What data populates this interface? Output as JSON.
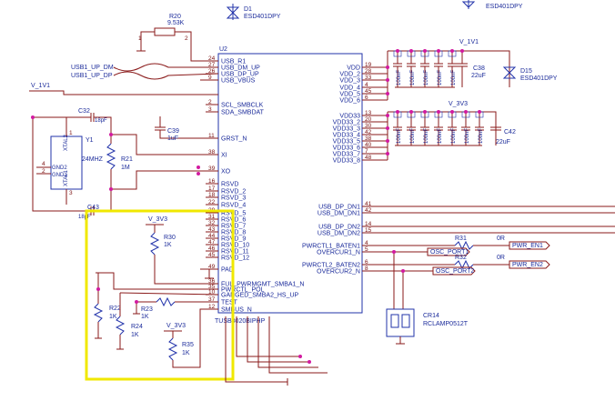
{
  "chip": {
    "ref": "U2",
    "part": "TUSB8020BIPHP",
    "left_pins": [
      {
        "num": "24",
        "name": "USB_R1"
      },
      {
        "num": "27",
        "name": "USB_DM_UP"
      },
      {
        "num": "26",
        "name": "USB_DP_UP"
      },
      {
        "num": "9",
        "name": "USB_VBUS"
      },
      {
        "num": "2",
        "name": "SCL_SMBCLK"
      },
      {
        "num": "3",
        "name": "SDA_SMBDAT"
      },
      {
        "num": "11",
        "name": "GRST_N"
      },
      {
        "num": "38",
        "name": "XI"
      },
      {
        "num": "39",
        "name": "XO"
      },
      {
        "num": "16",
        "name": "RSVD"
      },
      {
        "num": "17",
        "name": "RSVD_2"
      },
      {
        "num": "18",
        "name": "RSVD_3"
      },
      {
        "num": "22",
        "name": "RSVD_4"
      },
      {
        "num": "29",
        "name": "RSVD_5"
      },
      {
        "num": "31",
        "name": "RSVD_6"
      },
      {
        "num": "32",
        "name": "RSVD_7"
      },
      {
        "num": "43",
        "name": "RSVD_8"
      },
      {
        "num": "44",
        "name": "RSVD_9"
      },
      {
        "num": "47",
        "name": "RSVD_10"
      },
      {
        "num": "46",
        "name": "RSVD_11"
      },
      {
        "num": "45",
        "name": "RSVD_12"
      },
      {
        "num": "49",
        "name": "PAD"
      },
      {
        "num": "36",
        "name": "FULLPWRMGMT_SMBA1_N"
      },
      {
        "num": "35",
        "name": "PWRCTL_POL"
      },
      {
        "num": "10",
        "name": "GANGED_SMBA2_HS_UP"
      },
      {
        "num": "37",
        "name": "TEST"
      },
      {
        "num": "12",
        "name": "SMBUS_N"
      }
    ],
    "right_pins": [
      {
        "num": "19",
        "name": "VDD"
      },
      {
        "num": "28",
        "name": "VDD_2"
      },
      {
        "num": "33",
        "name": "VDD_3"
      },
      {
        "num": "4",
        "name": "VDD_4"
      },
      {
        "num": "45",
        "name": "VDD_5"
      },
      {
        "num": "6",
        "name": "VDD_6"
      },
      {
        "num": "13",
        "name": "VDD33"
      },
      {
        "num": "20",
        "name": "VDD33_2"
      },
      {
        "num": "30",
        "name": "VDD33_3"
      },
      {
        "num": "42",
        "name": "VDD33_4"
      },
      {
        "num": "38",
        "name": "VDD33_5"
      },
      {
        "num": "40",
        "name": "VDD33_6"
      },
      {
        "num": "7",
        "name": "VDD33_7"
      },
      {
        "num": "48",
        "name": "VDD33_8"
      },
      {
        "num": "41",
        "name": "USB_DP_DN1"
      },
      {
        "num": "42",
        "name": "USB_DM_DN1"
      },
      {
        "num": "14",
        "name": "USB_DP_DN2"
      },
      {
        "num": "15",
        "name": "USB_DM_DN2"
      },
      {
        "num": "4",
        "name": "PWRCTL1_BATEN1"
      },
      {
        "num": "5",
        "name": "OVERCUR1_N"
      },
      {
        "num": "6",
        "name": "PWRCTL2_BATEN2"
      },
      {
        "num": "8",
        "name": "OVERCUR2_N"
      }
    ]
  },
  "nets": {
    "dm_up": "USB1_UP_DM",
    "dp_up": "USB1_UP_DP",
    "v1v1_left": "V_1V1",
    "v1v1_right": "V_1V1",
    "v3v3_right": "V_3V3",
    "v3v3_r30": "V_3V3",
    "v3v3_r35": "V_3V3",
    "pwr_en1": "PWR_EN1",
    "pwr_en2": "PWR_EN2",
    "osc_port1": "OSC_PORT1",
    "osc_port2": "OSC_PORT2"
  },
  "parts": {
    "r20": {
      "ref": "R20",
      "value": "9.53K",
      "pin1": "1",
      "pin2": "2"
    },
    "d1": {
      "ref": "D1",
      "value": "ESD401DPY"
    },
    "d_top": {
      "value": "ESD401DPY"
    },
    "d15": {
      "ref": "D15",
      "value": "ESD401DPY"
    },
    "c32": {
      "ref": "C32",
      "value": "18pF"
    },
    "c43": {
      "ref": "C43",
      "value": "18pF"
    },
    "c39": {
      "ref": "C39",
      "value": "1uF"
    },
    "c38": {
      "ref": "C38",
      "value": "22uF"
    },
    "c42": {
      "ref": "C42",
      "value": "22uF"
    },
    "y1": {
      "ref": "Y1",
      "value": "24MHZ",
      "p_x1": "XTAL1",
      "p_x2": "XTAL2",
      "p_g1": "GND1",
      "p_g2": "GND2",
      "n1": "1",
      "n2": "2",
      "n3": "3",
      "n4": "4"
    },
    "r21": {
      "ref": "R21",
      "value": "1M"
    },
    "r30": {
      "ref": "R30",
      "value": "1K"
    },
    "r22": {
      "ref": "R22",
      "value": "1K"
    },
    "r23": {
      "ref": "R23",
      "value": "1K"
    },
    "r24": {
      "ref": "R24",
      "value": "1K"
    },
    "r35": {
      "ref": "R35",
      "value": "1K"
    },
    "r31": {
      "ref": "R31",
      "value": "0R"
    },
    "r32": {
      "ref": "R32",
      "value": "0R"
    },
    "cr14": {
      "ref": "CR14",
      "value": "RCLAMP0512T"
    },
    "bypass_cap": "100nF"
  }
}
